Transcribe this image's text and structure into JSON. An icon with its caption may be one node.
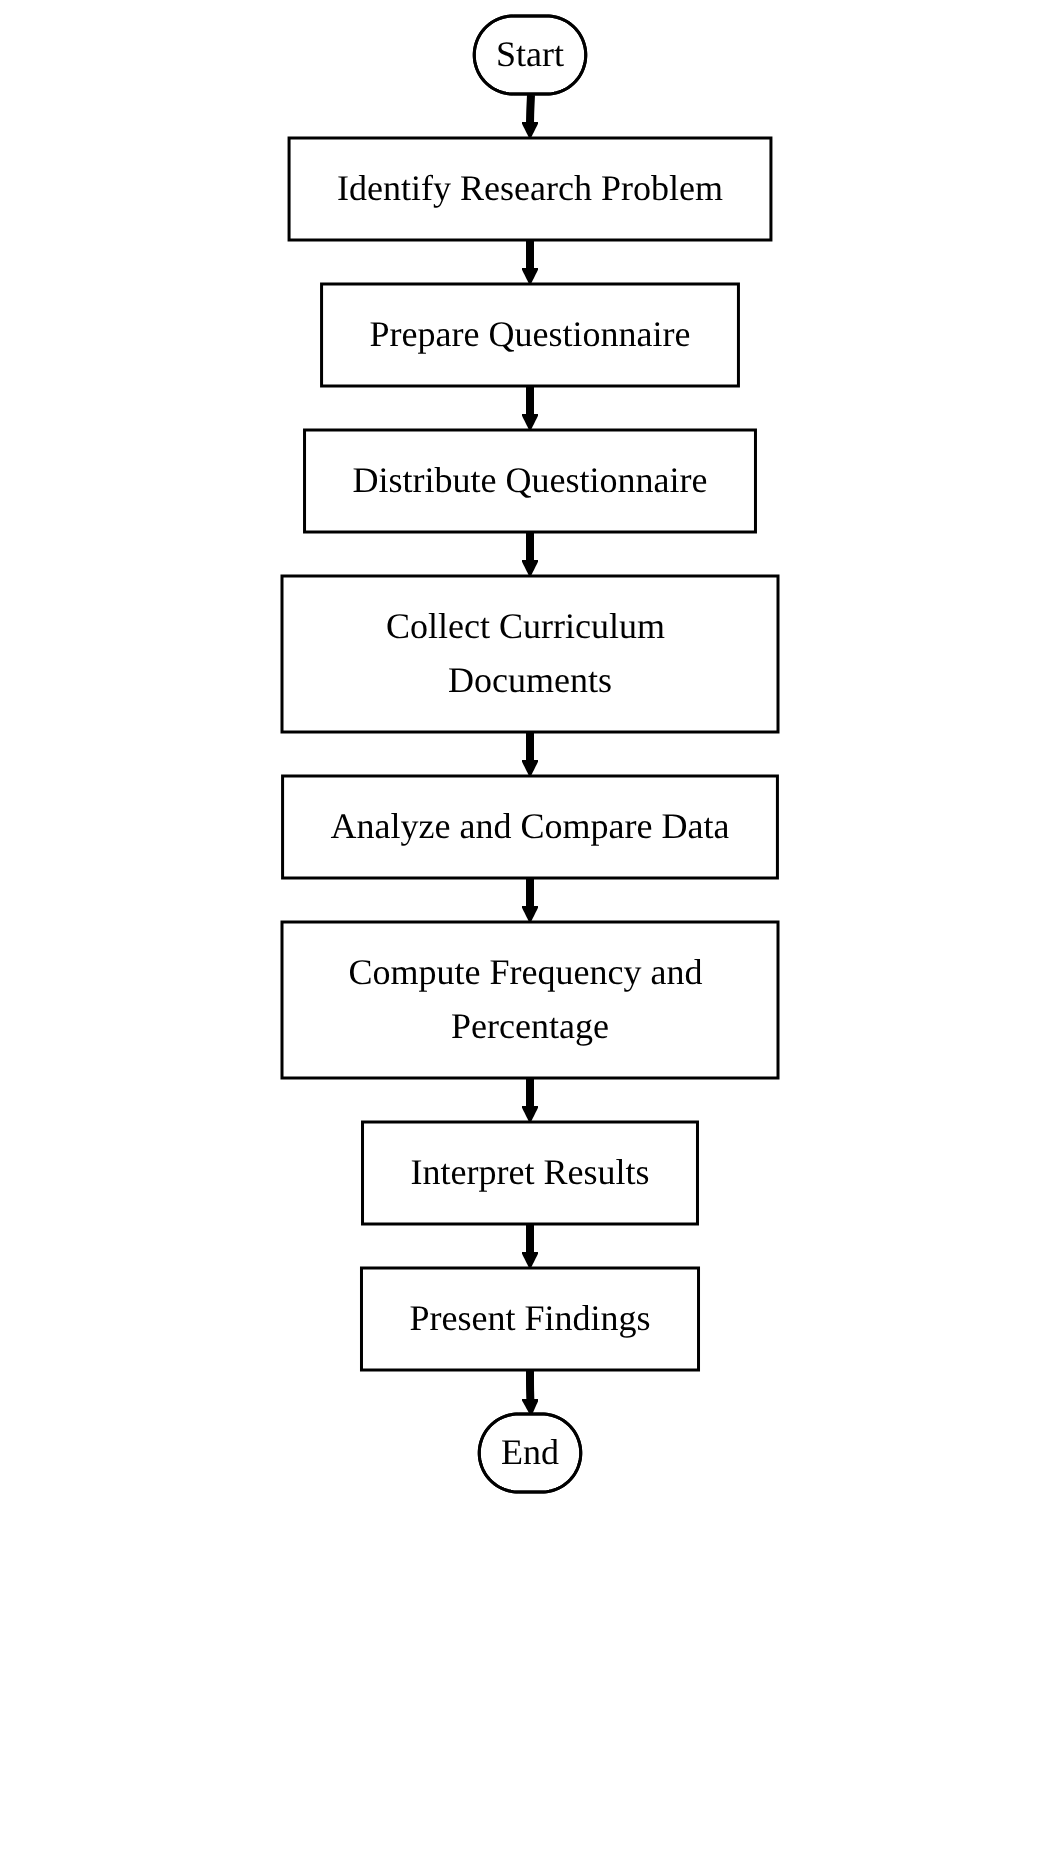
{
  "diagram": {
    "nodes": [
      {
        "text": [
          "Start"
        ]
      },
      {
        "text": [
          "Identify Research Problem"
        ]
      },
      {
        "text": [
          "Prepare Questionnaire"
        ]
      },
      {
        "text": [
          "Distribute Questionnaire"
        ]
      },
      {
        "text": [
          "Collect Curriculum Documents"
        ]
      },
      {
        "text": [
          "Analyze and Compare Data"
        ]
      },
      {
        "text": [
          "Compute Frequency and Percentage"
        ]
      },
      {
        "text": [
          "Interpret Results"
        ]
      },
      {
        "text": [
          "Present Findings"
        ]
      },
      {
        "text": [
          "End"
        ]
      }
    ],
    "edges": [
      {
        "from": 0,
        "to": 1,
        "arrow": "to"
      },
      {
        "from": 1,
        "to": 2,
        "arrow": "to"
      },
      {
        "from": 2,
        "to": 3,
        "arrow": "to"
      },
      {
        "from": 3,
        "to": 4,
        "arrow": "to"
      },
      {
        "from": 4,
        "to": 5,
        "arrow": "to"
      },
      {
        "from": 5,
        "to": 6,
        "arrow": "to"
      },
      {
        "from": 6,
        "to": 7,
        "arrow": "to"
      },
      {
        "from": 7,
        "to": 8,
        "arrow": "to"
      },
      {
        "from": 8,
        "to": 9,
        "arrow": "to"
      }
    ]
  }
}
